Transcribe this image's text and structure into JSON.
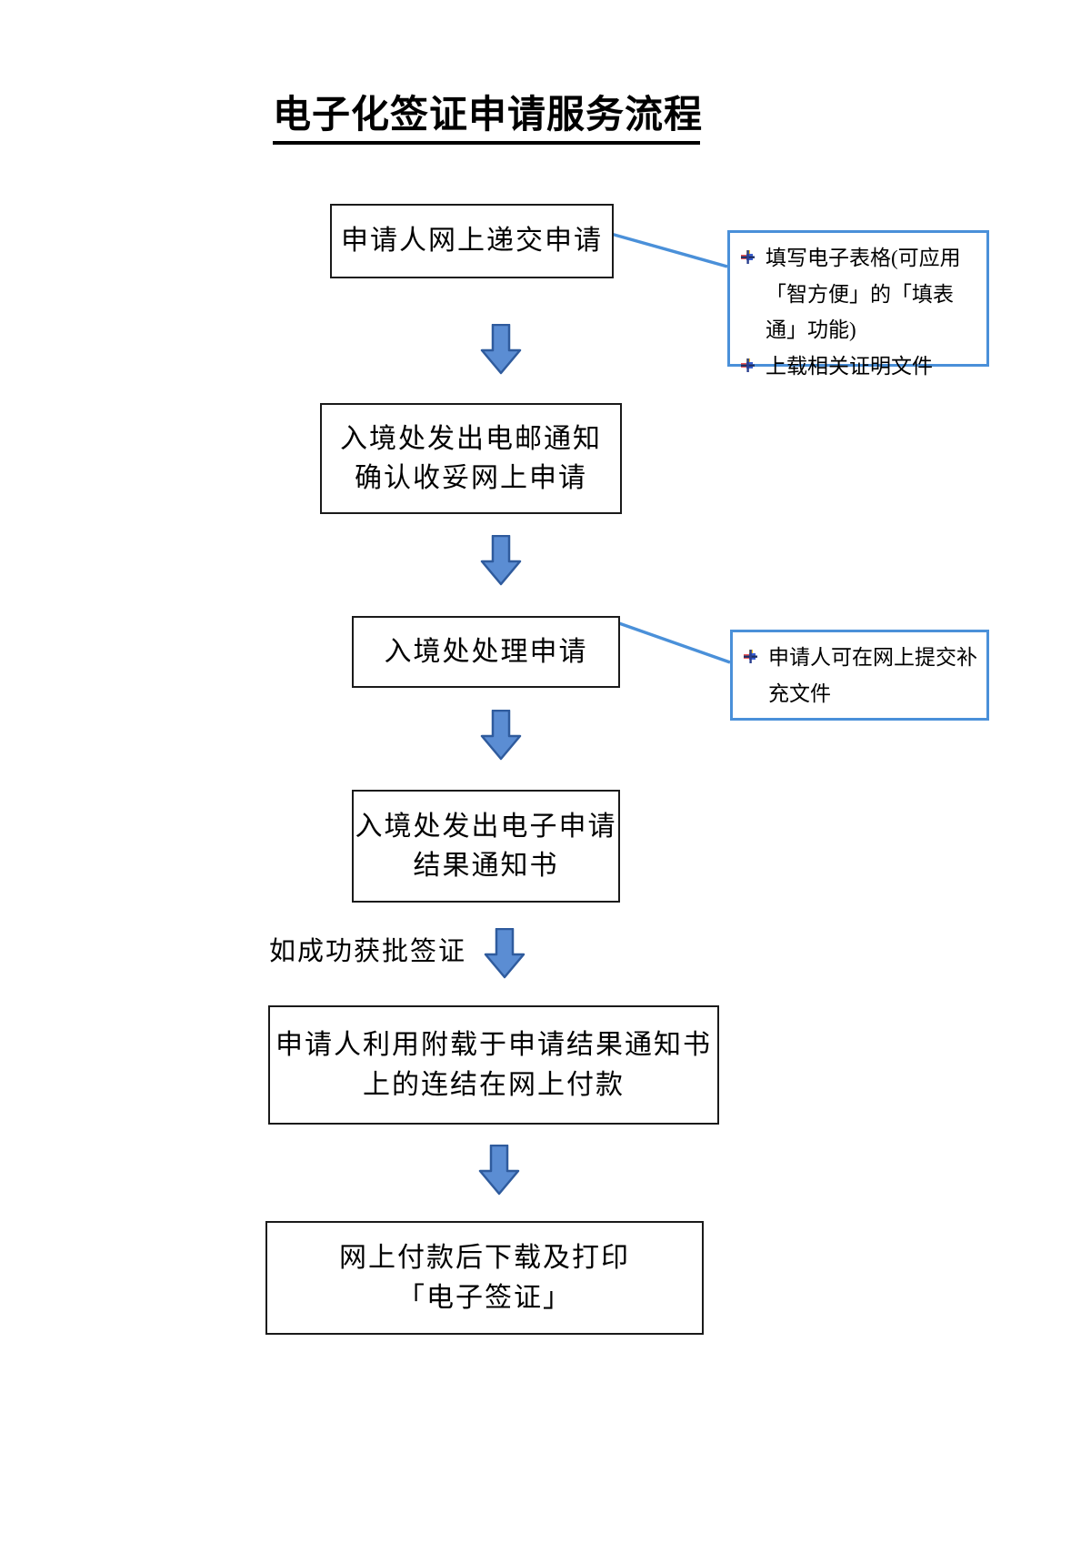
{
  "page": {
    "title": "电子化签证申请服务流程"
  },
  "colors": {
    "box_border": "#1a1a1a",
    "callout_border": "#4a90d9",
    "connector_line": "#4a90d9",
    "arrow_fill": "#5b8dd3",
    "arrow_stroke": "#2f5b9d",
    "text": "#000000"
  },
  "flow": {
    "steps": [
      {
        "id": "step-1",
        "lines": [
          "申请人网上递交申请"
        ]
      },
      {
        "id": "step-2",
        "lines": [
          "入境处发出电邮通知",
          "确认收妥网上申请"
        ]
      },
      {
        "id": "step-3",
        "lines": [
          "入境处处理申请"
        ]
      },
      {
        "id": "step-4",
        "lines": [
          "入境处发出电子申请",
          "结果通知书"
        ]
      },
      {
        "id": "step-5",
        "lines": [
          "申请人利用附载于申请结果通知书",
          "上的连结在网上付款"
        ]
      },
      {
        "id": "step-6",
        "lines": [
          "网上付款后下载及打印",
          "「电子签证」"
        ]
      }
    ],
    "condition_label": "如成功获批签证"
  },
  "callouts": [
    {
      "id": "callout-1",
      "items": [
        "填写电子表格(可应用「智方便」的「填表通」功能)",
        "上载相关证明文件"
      ]
    },
    {
      "id": "callout-2",
      "items": [
        "申请人可在网上提交补充文件"
      ]
    }
  ]
}
